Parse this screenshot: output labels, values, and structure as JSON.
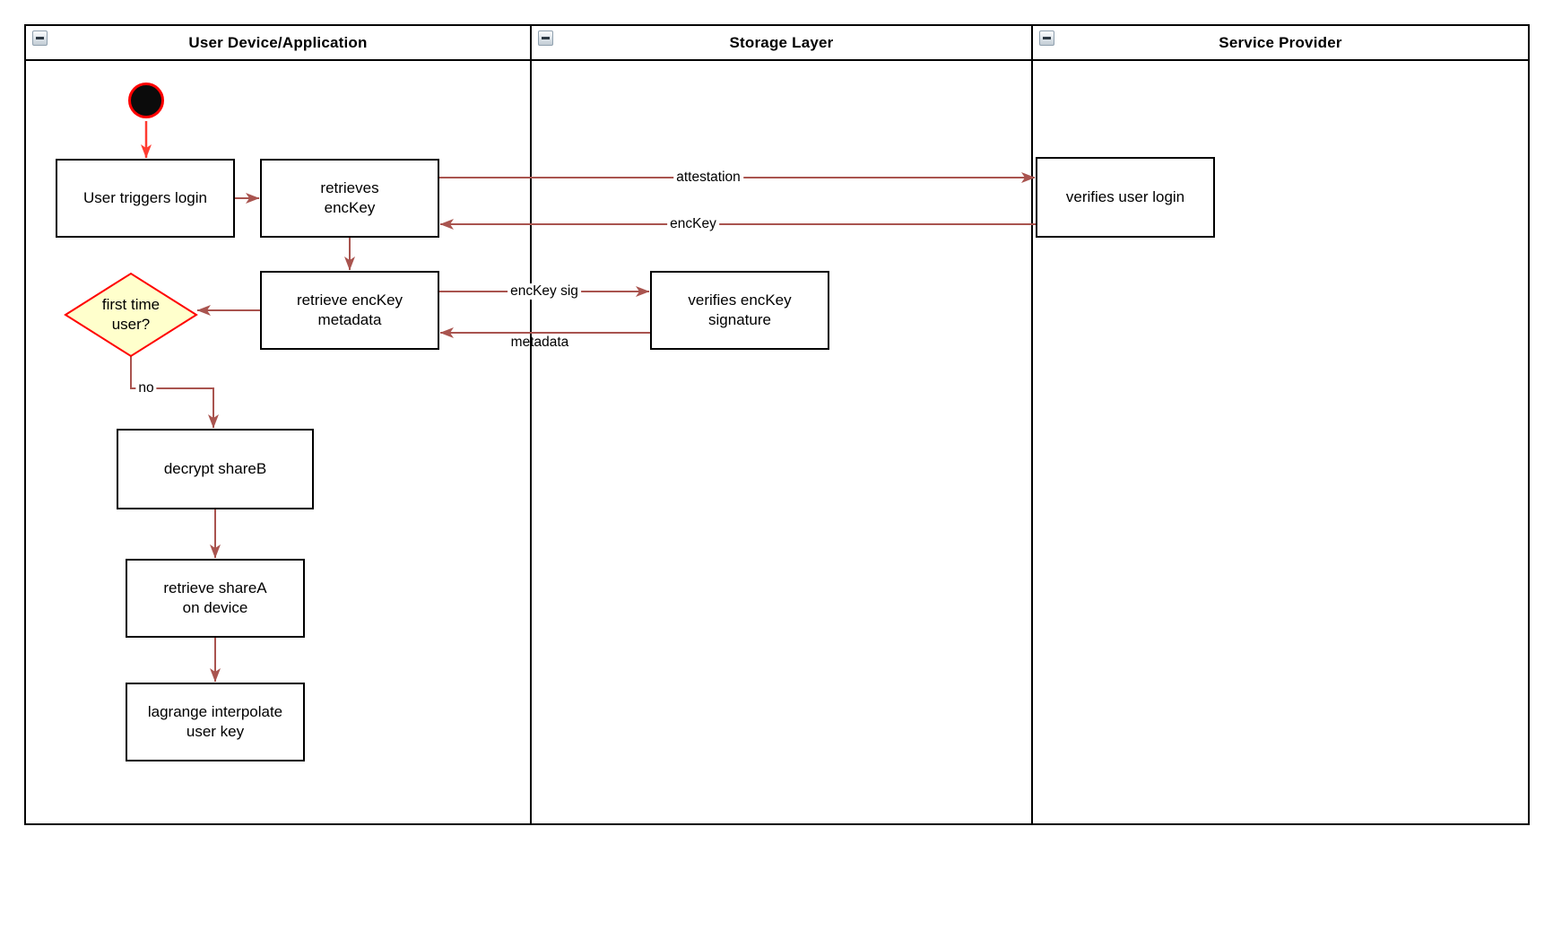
{
  "lanes": [
    {
      "title": "User Device/Application"
    },
    {
      "title": "Storage Layer"
    },
    {
      "title": "Service Provider"
    }
  ],
  "nodes": {
    "user_triggers_login": "User triggers login",
    "retrieves_enckey": "retrieves\nencKey",
    "retrieve_enckey_metadata": "retrieve encKey\nmetadata",
    "first_time_user": "first time\nuser?",
    "decrypt_shareb": "decrypt shareB",
    "retrieve_sharea": "retrieve shareA\non device",
    "lagrange_interpolate": "lagrange interpolate\nuser key",
    "verifies_enckey_signature": "verifies encKey\nsignature",
    "verifies_user_login": "verifies user login"
  },
  "edge_labels": {
    "attestation": "attestation",
    "enckey": "encKey",
    "enckey_sig": "encKey sig",
    "metadata": "metadata",
    "no": "no"
  },
  "colors": {
    "arrow": "#A9544F",
    "bright_red": "#FF3B30",
    "diamond_fill": "#FFFFCC",
    "diamond_border": "#FF0000",
    "circle_border": "#FF0000"
  }
}
